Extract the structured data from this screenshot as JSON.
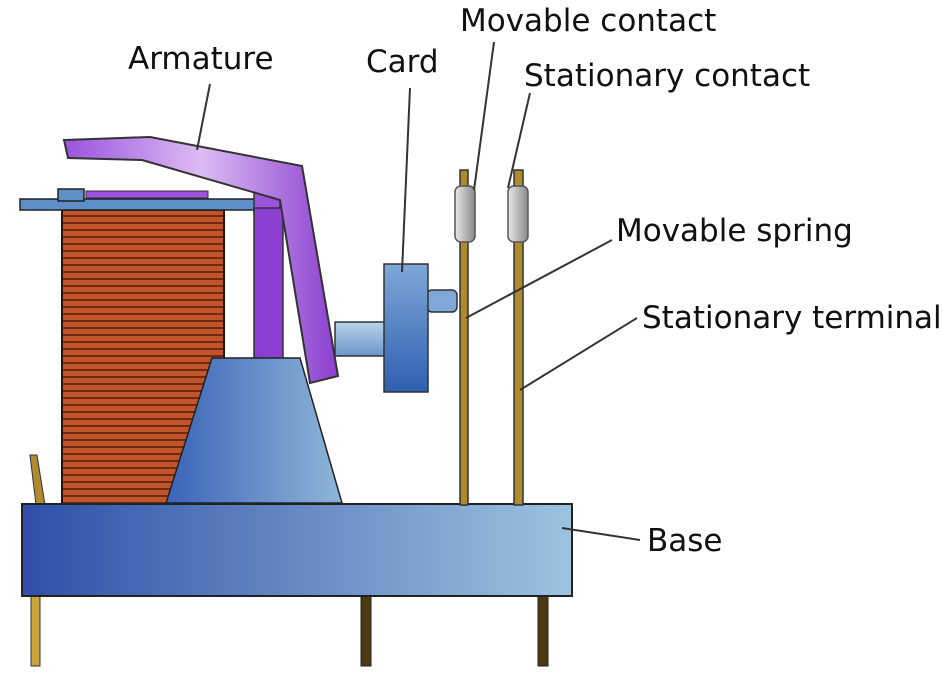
{
  "labels": {
    "armature": "Armature",
    "card": "Card",
    "movable_contact": "Movable contact",
    "stationary_contact": "Stationary contact",
    "movable_spring": "Movable spring",
    "stationary_terminal": "Stationary terminal",
    "base": "Base"
  },
  "colors": {
    "coil": "#c2542a",
    "coil_dark": "#6e2a12",
    "armature": "#8a3fd0",
    "armature_light": "#d6b3f0",
    "card": "#3f73c2",
    "base_dark": "#2f4fa8",
    "base_light": "#9cc3de",
    "terminal": "#b08a2e",
    "contact": "#c8c8c8",
    "leader": "#333333"
  }
}
